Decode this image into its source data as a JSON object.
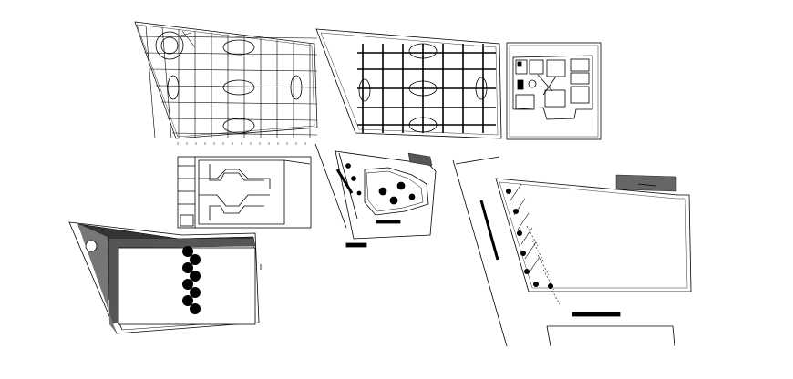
{
  "drawing": {
    "description_visible_text": "",
    "colors": {
      "ink": "#000000",
      "paper": "#ffffff",
      "hatch": "#333333"
    },
    "sheets": [
      {
        "id": "ceiling-grid-plan-1",
        "kind": "grid-plan"
      },
      {
        "id": "ceiling-grid-plan-2",
        "kind": "grid-plan"
      },
      {
        "id": "room-layout-plan",
        "kind": "floor-plan"
      },
      {
        "id": "stair-core-plan",
        "kind": "floor-plan"
      },
      {
        "id": "landscape-site-plan-small",
        "kind": "site-plan"
      },
      {
        "id": "landscape-site-plan-large",
        "kind": "site-plan"
      },
      {
        "id": "courtyard-plan",
        "kind": "site-plan"
      }
    ]
  }
}
